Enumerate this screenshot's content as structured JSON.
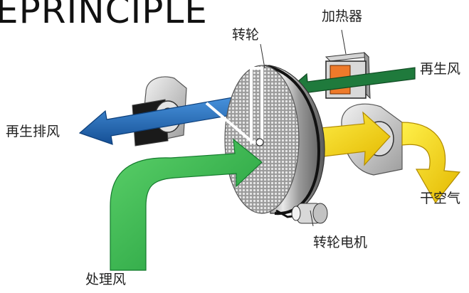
{
  "title": "EPRINCIPLE",
  "labels": {
    "heater": "加热器",
    "rotor": "转轮",
    "regen_air": "再生风",
    "regen_exhaust": "再生排风",
    "dry_air": "干空气",
    "rotor_motor": "转轮电机",
    "process_air": "处理风"
  },
  "colors": {
    "process_arrow": "#2fb24a",
    "dry_arrow": "#f4d000",
    "exhaust_arrow": "#1f6fc0",
    "regen_arrow": "#1f7a3c",
    "heater_element": "#ee7a2a",
    "rotor_face": "#bdbdbd"
  }
}
